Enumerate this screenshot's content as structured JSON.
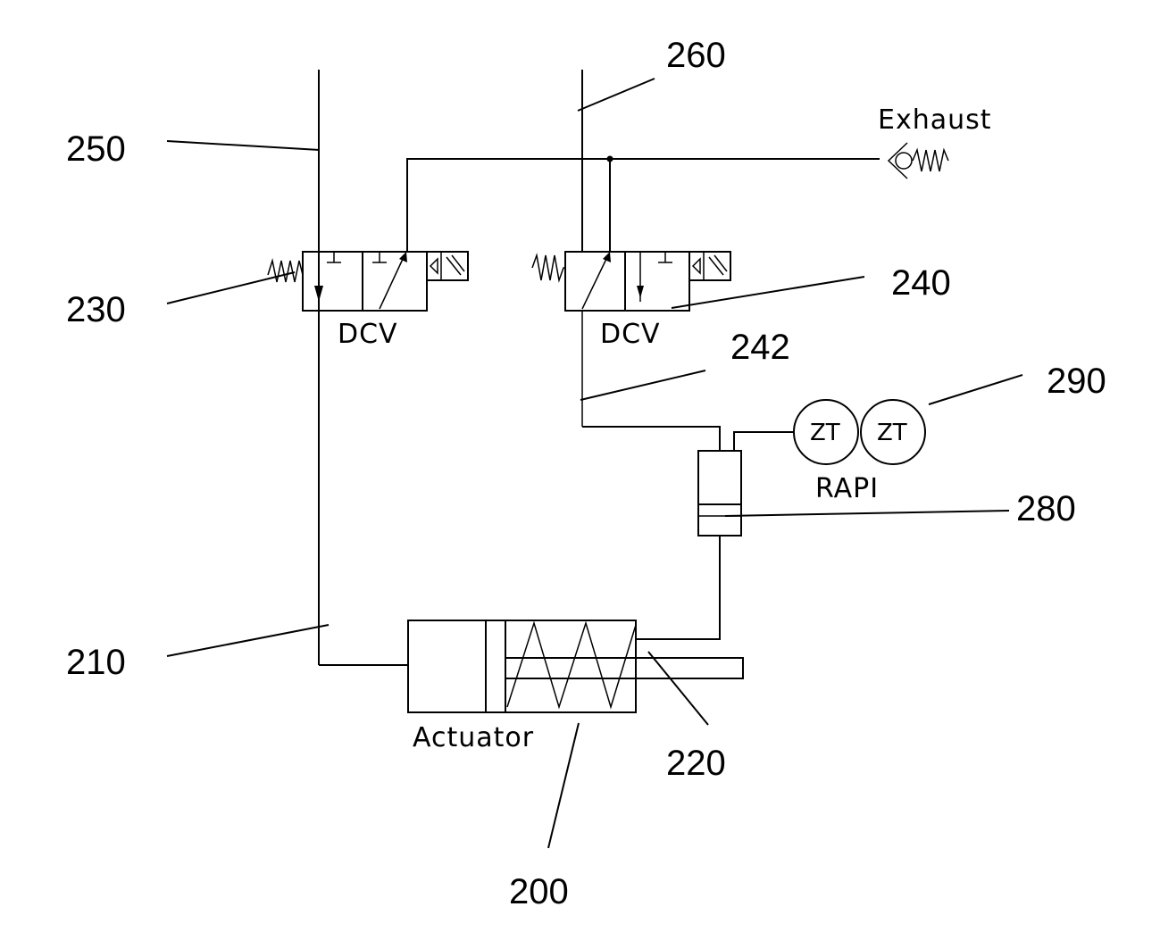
{
  "labels": {
    "exhaust": "Exhaust",
    "dcv_left": "DCV",
    "dcv_right": "DCV",
    "rapi": "RAPI",
    "actuator": "Actuator",
    "zt_1": "ZT",
    "zt_2": "ZT"
  },
  "refs": {
    "r250": "250",
    "r260": "260",
    "r230": "230",
    "r240": "240",
    "r242": "242",
    "r290": "290",
    "r280": "280",
    "r210": "210",
    "r220": "220",
    "r200": "200"
  }
}
